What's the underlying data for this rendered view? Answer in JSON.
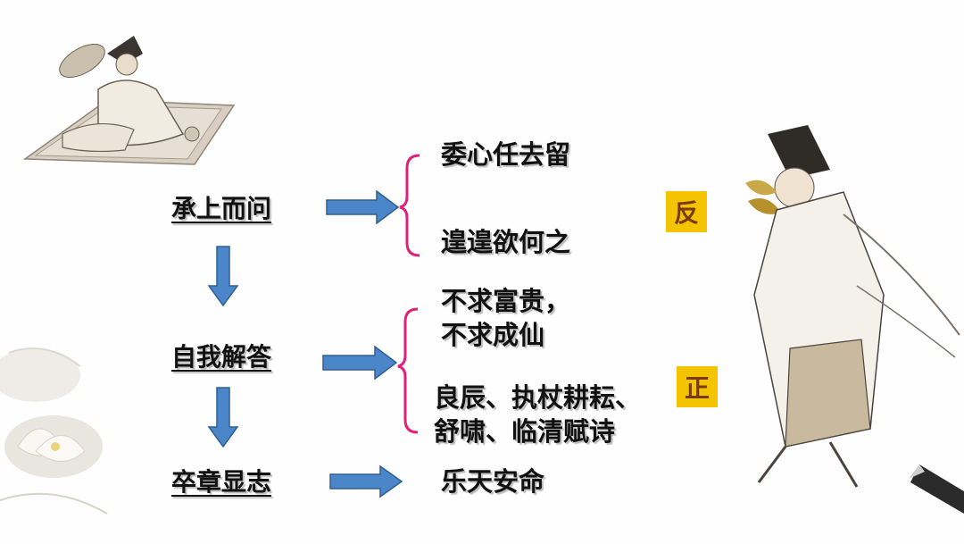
{
  "steps": {
    "step1": "承上而问",
    "step2": "自我解答",
    "step3": "卒章显志"
  },
  "answers": {
    "q1": "委心任去留",
    "q2": "遑遑欲何之",
    "a1_line1": "不求富贵，",
    "a1_line2": "不求成仙",
    "a2_line1": "良辰、执杖耕耘、",
    "a2_line2": "舒啸、临清赋诗",
    "conclusion": "乐天安命"
  },
  "badges": {
    "negative": "反",
    "positive": "正"
  },
  "colors": {
    "arrow_fill": "#4a86c8",
    "bracket": "#e0207a",
    "badge_bg": "#f5c400"
  }
}
